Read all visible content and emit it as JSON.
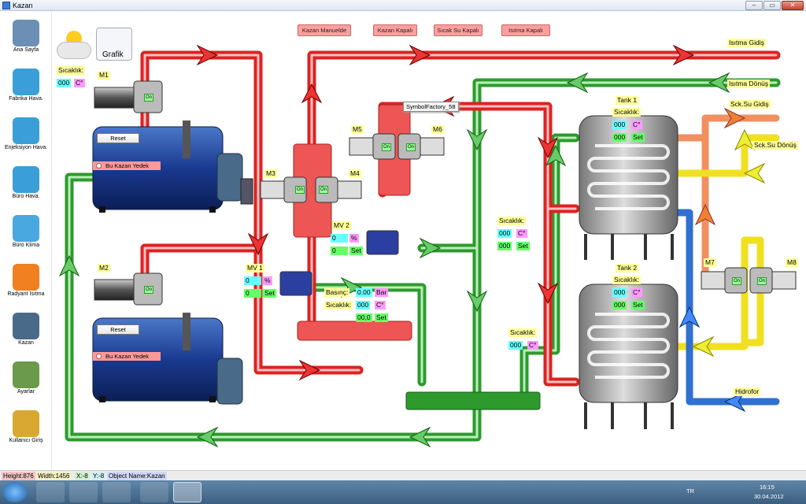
{
  "window": {
    "title": "Kazan",
    "min": "–",
    "max": "▭",
    "close": "✕"
  },
  "sidebar": {
    "items": [
      {
        "label": "Ana Sayfa",
        "icon": "house-icon",
        "color": "#6b8fb5"
      },
      {
        "label": "Fabrika Hava.",
        "icon": "fan-icon",
        "color": "#3a9fd8"
      },
      {
        "label": "Enjeksiyon Hava.",
        "icon": "fan-icon",
        "color": "#3a9fd8"
      },
      {
        "label": "Büro Hava.",
        "icon": "fan-icon",
        "color": "#3a9fd8"
      },
      {
        "label": "Büro Klima",
        "icon": "snowflake-icon",
        "color": "#4aa8e0"
      },
      {
        "label": "Radyant Isıtma",
        "icon": "flame-icon",
        "color": "#f08020"
      },
      {
        "label": "Kazan",
        "icon": "boiler-icon",
        "color": "#4a6a8a"
      },
      {
        "label": "Ayarlar",
        "icon": "tools-icon",
        "color": "#6a9a4a"
      },
      {
        "label": "Kullanıcı Giriş",
        "icon": "key-icon",
        "color": "#d8a830"
      }
    ]
  },
  "toolbar": {
    "grafik_label": "Grafik"
  },
  "status_buttons": {
    "manual": "Kazan Manuelde",
    "kazan": "Kazan Kapalı",
    "sicak_su": "Sıcak Su Kapalı",
    "isitma": "Isıtma Kapalı"
  },
  "weather": {
    "label": "Sıcaklık:",
    "value": "000",
    "unit": "C°"
  },
  "boilers": [
    {
      "motor": "M1",
      "reset": "Reset",
      "yedek": "Bu Kazan Yedek",
      "state": "On"
    },
    {
      "motor": "M2",
      "reset": "Reset",
      "yedek": "Bu Kazan Yedek",
      "state": "On"
    }
  ],
  "motors": {
    "m3": "M3",
    "m4": "M4",
    "m5": "M5",
    "m6": "M6",
    "m7": "M7",
    "m8": "M8",
    "on": "On"
  },
  "valves": {
    "mv1": {
      "label": "MV 1",
      "pct": "0",
      "pct_unit": "%",
      "set": "0",
      "set_label": "Set"
    },
    "mv2": {
      "label": "MV 2",
      "pct": "0",
      "pct_unit": "%",
      "set": "0",
      "set_label": "Set"
    }
  },
  "header_tank": {
    "basinc_label": "Basınç:",
    "basinc_value": "0.00",
    "basinc_unit": "Bar",
    "sicaklik_label": "Sıcaklık:",
    "sicaklik_value": "000",
    "sicaklik_unit": "C°",
    "set_value": "00,0",
    "set_label": "Set"
  },
  "tank1": {
    "title": "Tank 1",
    "label": "Sıcaklık:",
    "value": "000",
    "unit": "C°",
    "set_value": "000",
    "set_label": "Set"
  },
  "tank2": {
    "title": "Tank 2",
    "label": "Sıcaklık:",
    "value": "000",
    "unit": "C°",
    "set_value": "000",
    "set_label": "Set"
  },
  "mid_sensor": {
    "label": "Sıcaklık:",
    "value": "000",
    "unit": "C°",
    "set_value": "000",
    "set_label": "Set"
  },
  "return_sensor": {
    "label": "Sıcaklık:",
    "value": "000",
    "unit": "C°"
  },
  "lines": {
    "isitma_gidis": "Isıtma Gidiş",
    "isitma_donus": "Isıtma Dönüş",
    "sck_su_gidis": "Sck.Su Gidiş",
    "sck_su_donus": "Sck.Su Dönüş",
    "hidrofor": "Hidrofor"
  },
  "tooltip": "SymbolFactory_58",
  "status": {
    "height": "Height:876",
    "width": "Width:1456",
    "x": "X:-8",
    "y": "Y:-8",
    "object": "Object Name:Kazan"
  },
  "tray": {
    "lang": "TR",
    "time": "16:15",
    "date": "30.04.2012"
  }
}
